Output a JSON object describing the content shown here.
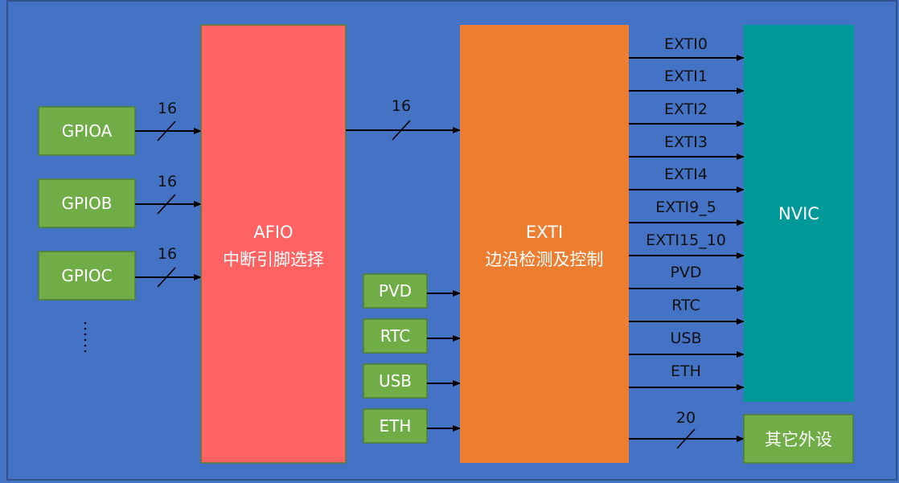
{
  "colors": {
    "background": "#4472c4",
    "frame": "#2f528f",
    "gpio_box": "#70ad47",
    "gpio_border": "#507e32",
    "afio_box": "#ff6262",
    "exti_box": "#ed7d31",
    "nvic_box": "#009999",
    "wire": "#000000",
    "text_dark": "#111111",
    "text_light": "#ffffff"
  },
  "gpio_ports": [
    {
      "label": "GPIOA",
      "width": "16"
    },
    {
      "label": "GPIOB",
      "width": "16"
    },
    {
      "label": "GPIOC",
      "width": "16"
    }
  ],
  "gpio_more": "⋮",
  "afio": {
    "line1": "AFIO",
    "line2": "中断引脚选择"
  },
  "afio_to_exti_width": "16",
  "exti_sources": [
    "PVD",
    "RTC",
    "USB",
    "ETH"
  ],
  "exti": {
    "line1": "EXTI",
    "line2": "边沿检测及控制"
  },
  "nvic_lines": [
    "EXTI0",
    "EXTI1",
    "EXTI2",
    "EXTI3",
    "EXTI4",
    "EXTI9_5",
    "EXTI15_10",
    "PVD",
    "RTC",
    "USB",
    "ETH"
  ],
  "nvic": {
    "label": "NVIC"
  },
  "other": {
    "width": "20",
    "label": "其它外设"
  }
}
